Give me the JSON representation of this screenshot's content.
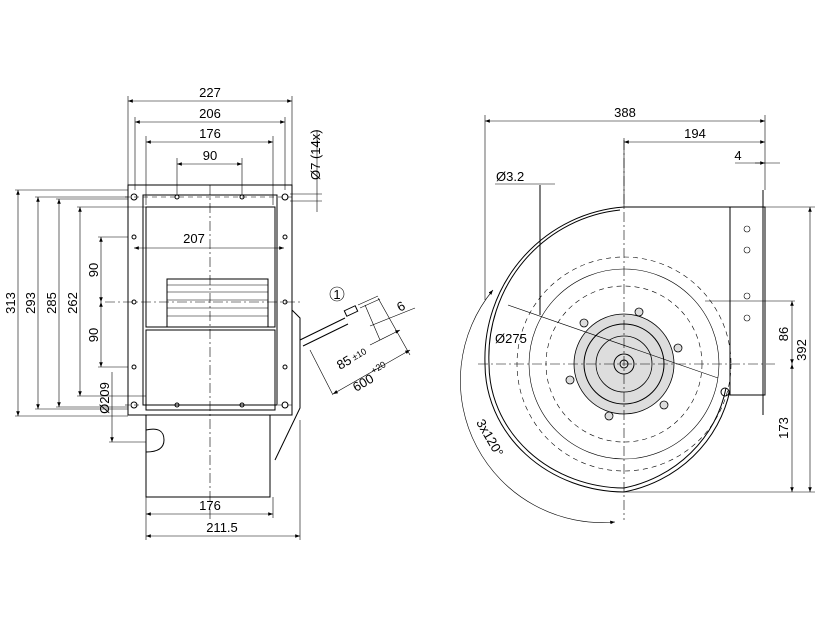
{
  "side_view": {
    "dim_width_total": "227",
    "dim_width_mount": "206",
    "dim_width_body": "176",
    "dim_hole_spacing_top": "90",
    "dim_hole_dia": "Ø7 (14x)",
    "dim_height_total": "313",
    "dim_height_293": "293",
    "dim_height_285": "285",
    "dim_height_262": "262",
    "dim_upper_90": "90",
    "dim_lower_90": "90",
    "dim_inlet_dia": "Ø209",
    "dim_inner_207": "207",
    "dim_bottom_176": "176",
    "dim_bottom_211": "211.5",
    "cable_marker": "1",
    "cable_strip": "6",
    "cable_85": "85",
    "cable_85_tol": "±10",
    "cable_600": "600",
    "cable_600_tol": "+20"
  },
  "front_view": {
    "dim_width_total": "388",
    "dim_half_width": "194",
    "dim_flange": "4",
    "dim_pin_dia": "Ø3.2",
    "dim_impeller_dia": "Ø275",
    "dim_86": "86",
    "dim_height_total": "392",
    "dim_173": "173",
    "dim_angle": "3x120°"
  }
}
